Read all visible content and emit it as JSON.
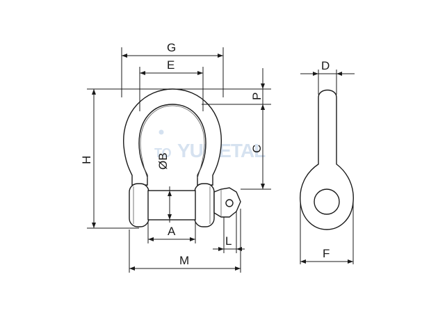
{
  "watermark": {
    "main": "YUMETAL",
    "prefix": "TO"
  },
  "labels": {
    "G": "G",
    "E": "E",
    "D": "D",
    "P": "P",
    "C": "C",
    "H": "H",
    "B": "ØB",
    "A": "A",
    "L": "L",
    "M": "M",
    "F": "F"
  },
  "colors": {
    "line": "#1a1a1a",
    "watermark": "#c9d9ec"
  }
}
